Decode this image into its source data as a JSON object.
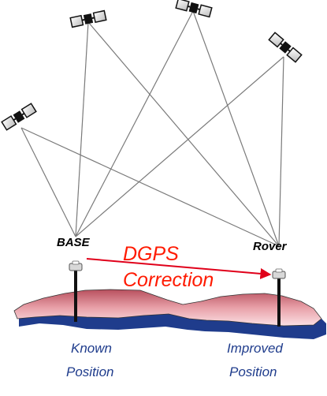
{
  "diagram": {
    "base_label": "BASE",
    "rover_label": "Rover",
    "correction_line1": "DGPS",
    "correction_line2": "Correction",
    "known_line1": "Known",
    "known_line2": "Position",
    "improved_line1": "Improved",
    "improved_line2": "Position"
  },
  "colors": {
    "correction_text": "#ff1a00",
    "correction_arrow": "#e0001a",
    "position_text": "#1f3c8c",
    "terrain_fill": "#e8a0a8",
    "terrain_shadow": "#1f3c8c",
    "signal_line": "#7a7a7a"
  }
}
